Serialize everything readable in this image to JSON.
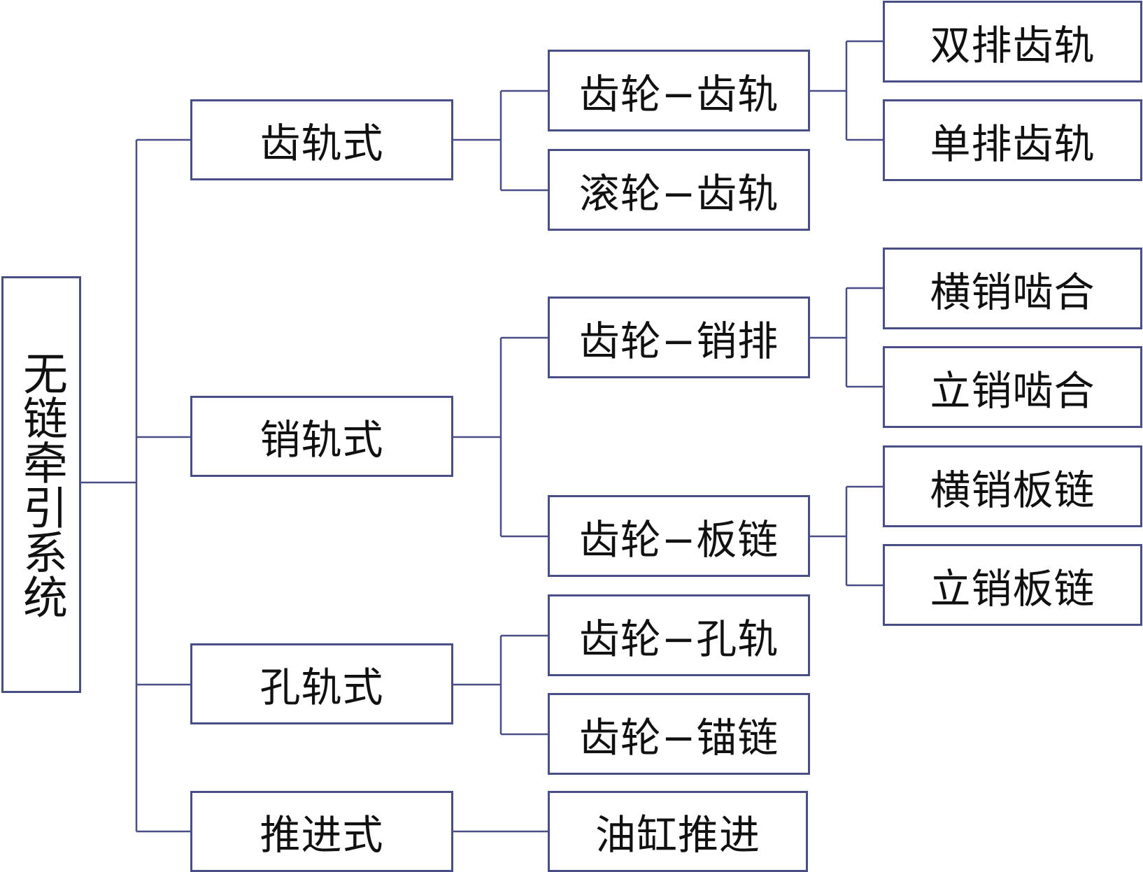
{
  "root": {
    "label": "无链牵引系统"
  },
  "level1": [
    {
      "label": "齿轨式"
    },
    {
      "label": "销轨式"
    },
    {
      "label": "孔轨式"
    },
    {
      "label": "推进式"
    }
  ],
  "level2": [
    {
      "label": "齿轮−齿轨"
    },
    {
      "label": "滚轮−齿轨"
    },
    {
      "label": "齿轮−销排"
    },
    {
      "label": "齿轮−板链"
    },
    {
      "label": "齿轮−孔轨"
    },
    {
      "label": "齿轮−锚链"
    },
    {
      "label": "油缸推进"
    }
  ],
  "level3": [
    {
      "label": "双排齿轨"
    },
    {
      "label": "单排齿轨"
    },
    {
      "label": "横销啮合"
    },
    {
      "label": "立销啮合"
    },
    {
      "label": "横销板链"
    },
    {
      "label": "立销板链"
    }
  ],
  "colors": {
    "line": "#4a4e86",
    "border": "#4a4e86",
    "text": "#111111"
  }
}
